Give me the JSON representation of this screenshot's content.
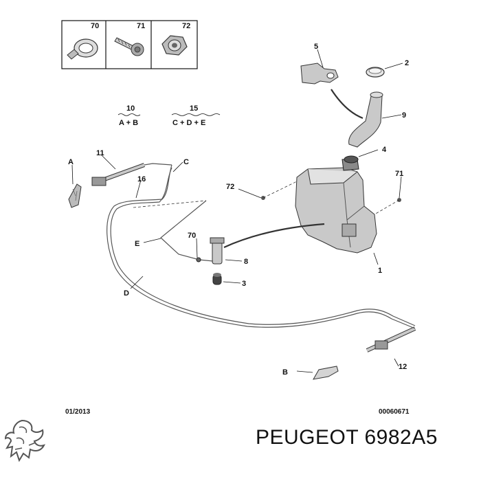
{
  "inset": {
    "cells": [
      {
        "num": "70",
        "icon": "hose-clamp-icon"
      },
      {
        "num": "71",
        "icon": "screw-icon"
      },
      {
        "num": "72",
        "icon": "nut-icon"
      }
    ]
  },
  "groups": [
    {
      "num": "10",
      "members": "A + B"
    },
    {
      "num": "15",
      "members": "C + D + E"
    }
  ],
  "callouts": {
    "n1": "1",
    "n2": "2",
    "n3": "3",
    "n4": "4",
    "n5": "5",
    "n8": "8",
    "n9": "9",
    "n11": "11",
    "n12": "12",
    "n16": "16",
    "n70": "70",
    "n71": "71",
    "n72": "72",
    "A": "A",
    "B": "B",
    "C": "C",
    "D": "D",
    "E": "E"
  },
  "footer": {
    "date": "01/2013",
    "doc_number": "00060671",
    "brand": "PEUGEOT 6982A5",
    "logo": "peugeot-lion-logo"
  }
}
